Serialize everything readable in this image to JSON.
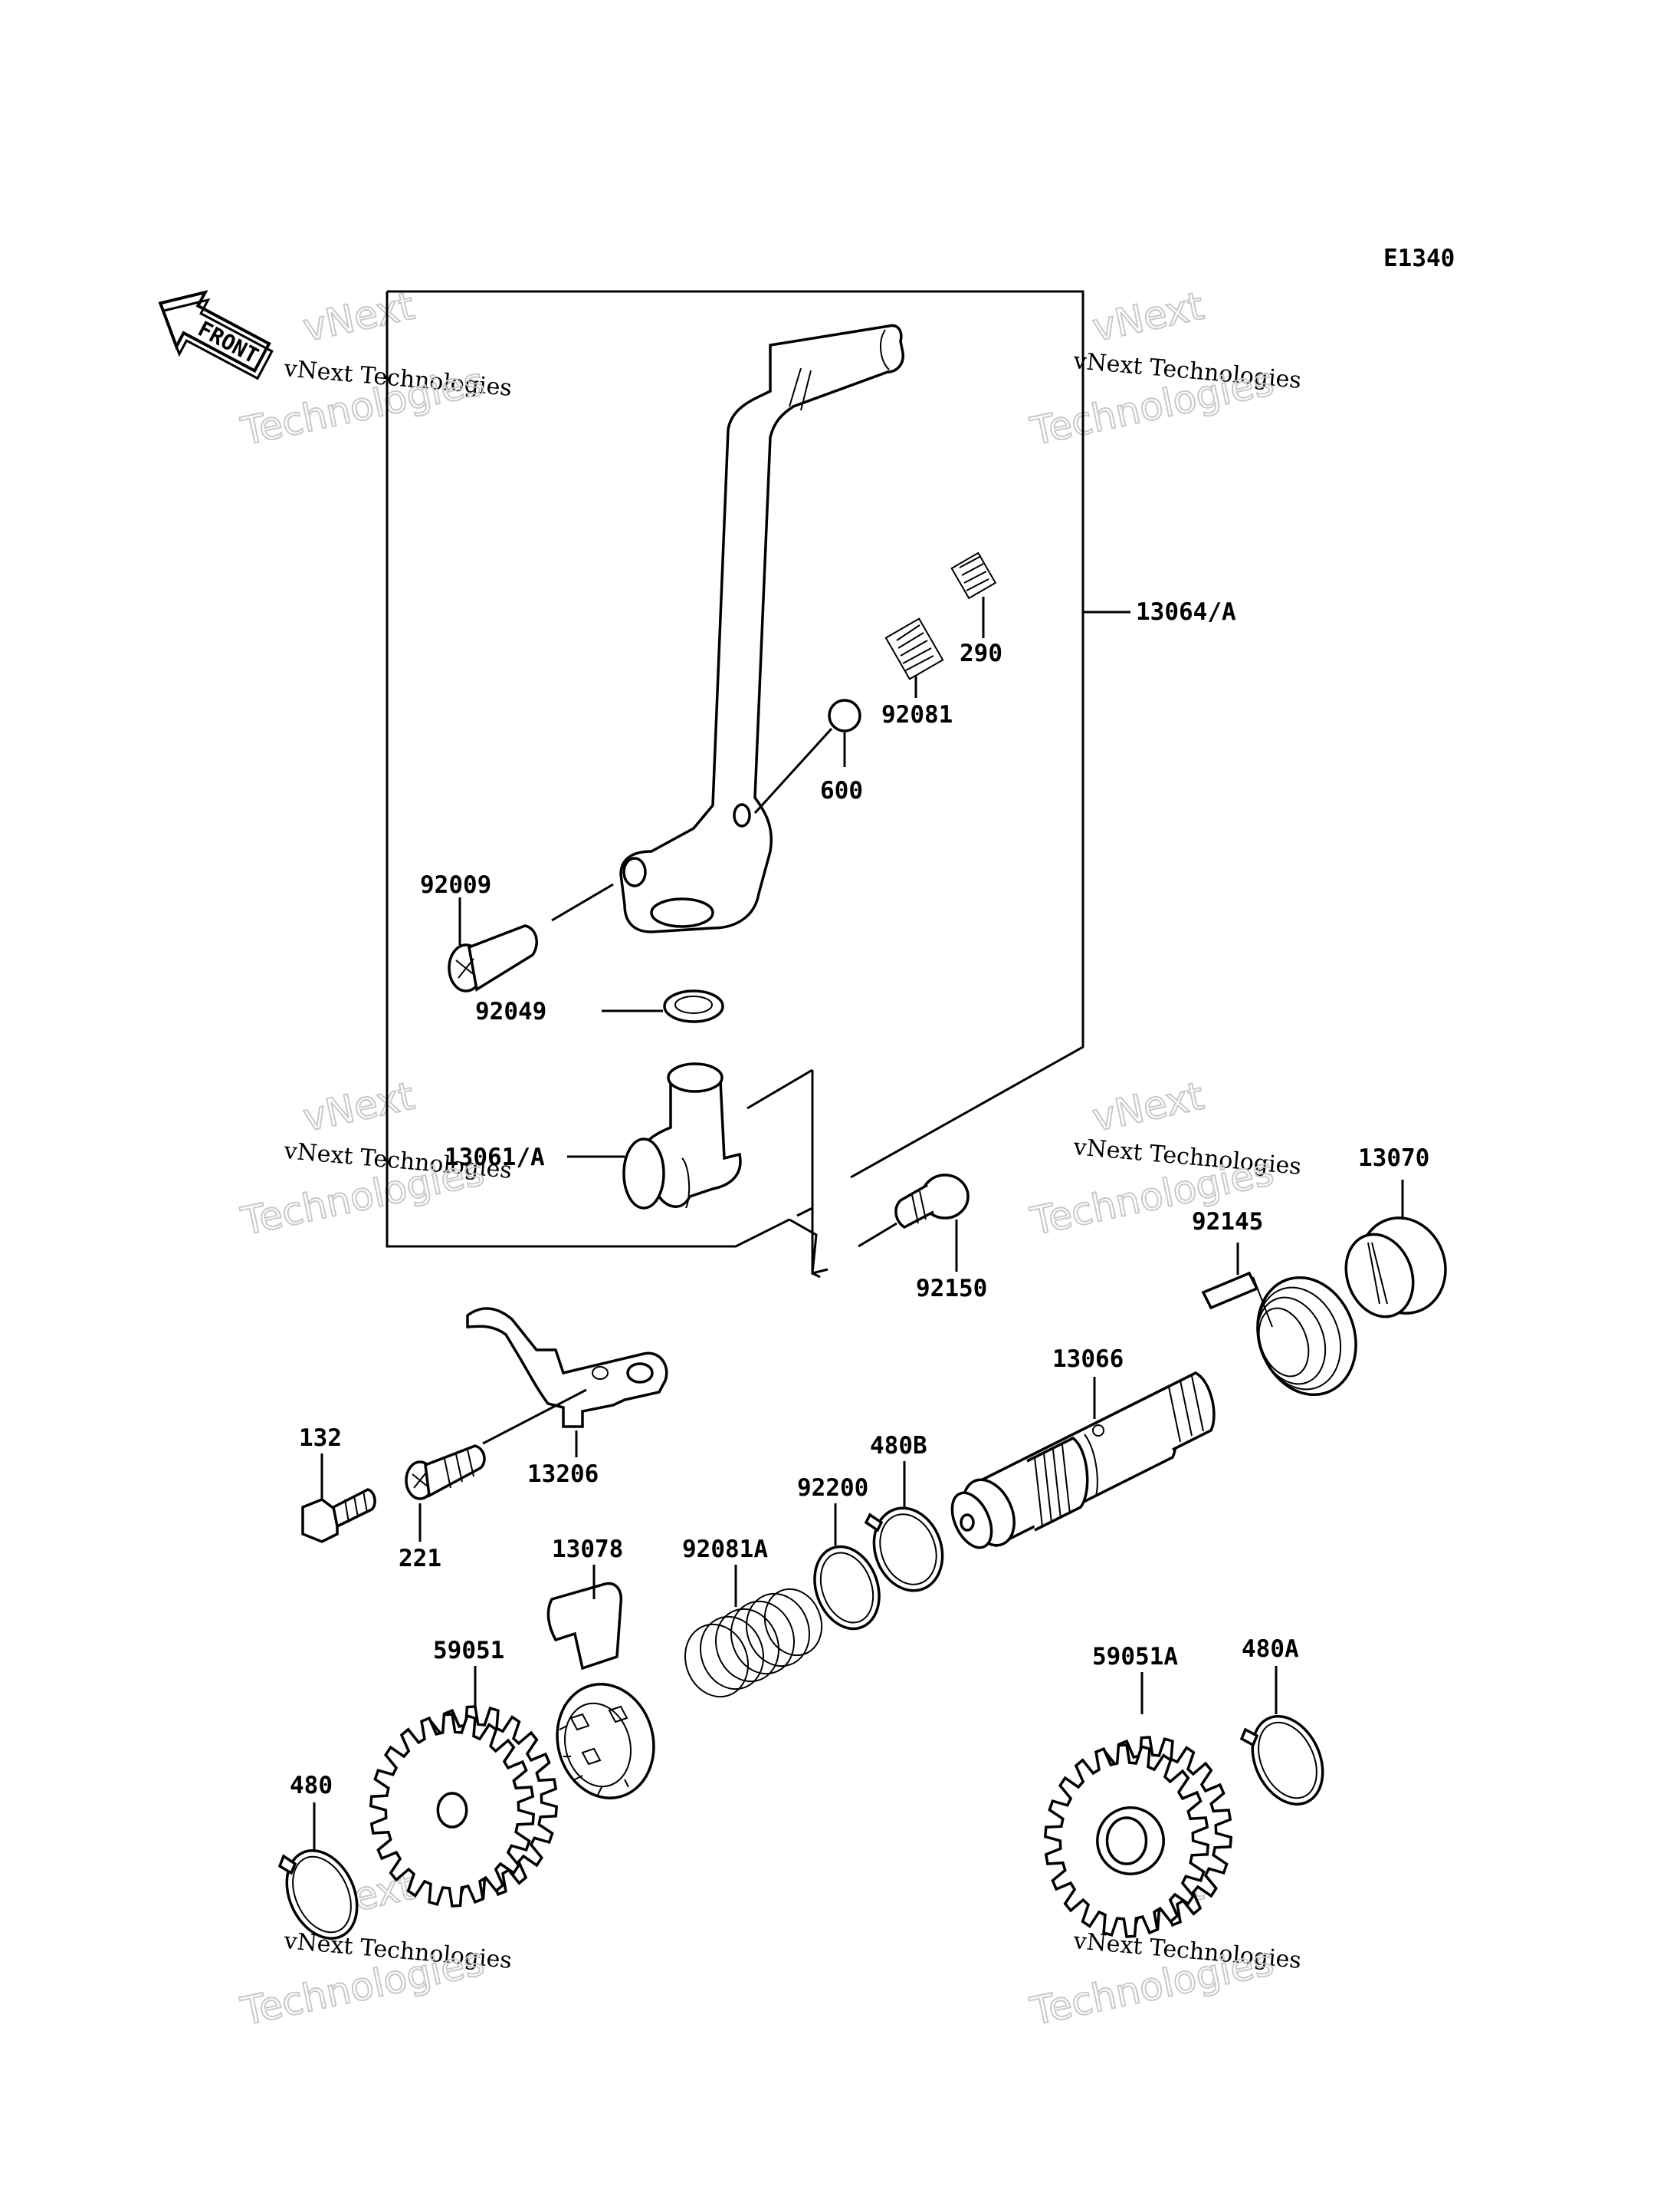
{
  "diagram_code": "E1340",
  "front_label": "FRONT",
  "watermark": {
    "brand": "vNext",
    "line1": "vNext Technologies",
    "line2": "Technologies"
  },
  "callouts": {
    "p13064A": "13064/A",
    "p290": "290",
    "p92081": "92081",
    "p600": "600",
    "p92009": "92009",
    "p92049": "92049",
    "p13061A": "13061/A",
    "p13070": "13070",
    "p92145": "92145",
    "p92150": "92150",
    "p13066": "13066",
    "p132": "132",
    "p13206": "13206",
    "p221": "221",
    "p480B": "480B",
    "p92200": "92200",
    "p92081A": "92081A",
    "p13078": "13078",
    "p59051": "59051",
    "p59051A": "59051A",
    "p480A": "480A",
    "p480": "480"
  }
}
